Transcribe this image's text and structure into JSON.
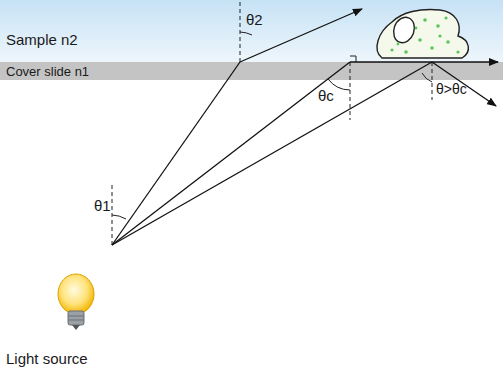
{
  "diagram": {
    "nodes": [
      {
        "text": [
          "Sample n2"
        ]
      },
      {
        "text": [
          "Cover slide n1"
        ]
      }
    ],
    "labels": [
      "θ2",
      "θc",
      "θ>θc",
      "θ1",
      "Light source"
    ]
  }
}
